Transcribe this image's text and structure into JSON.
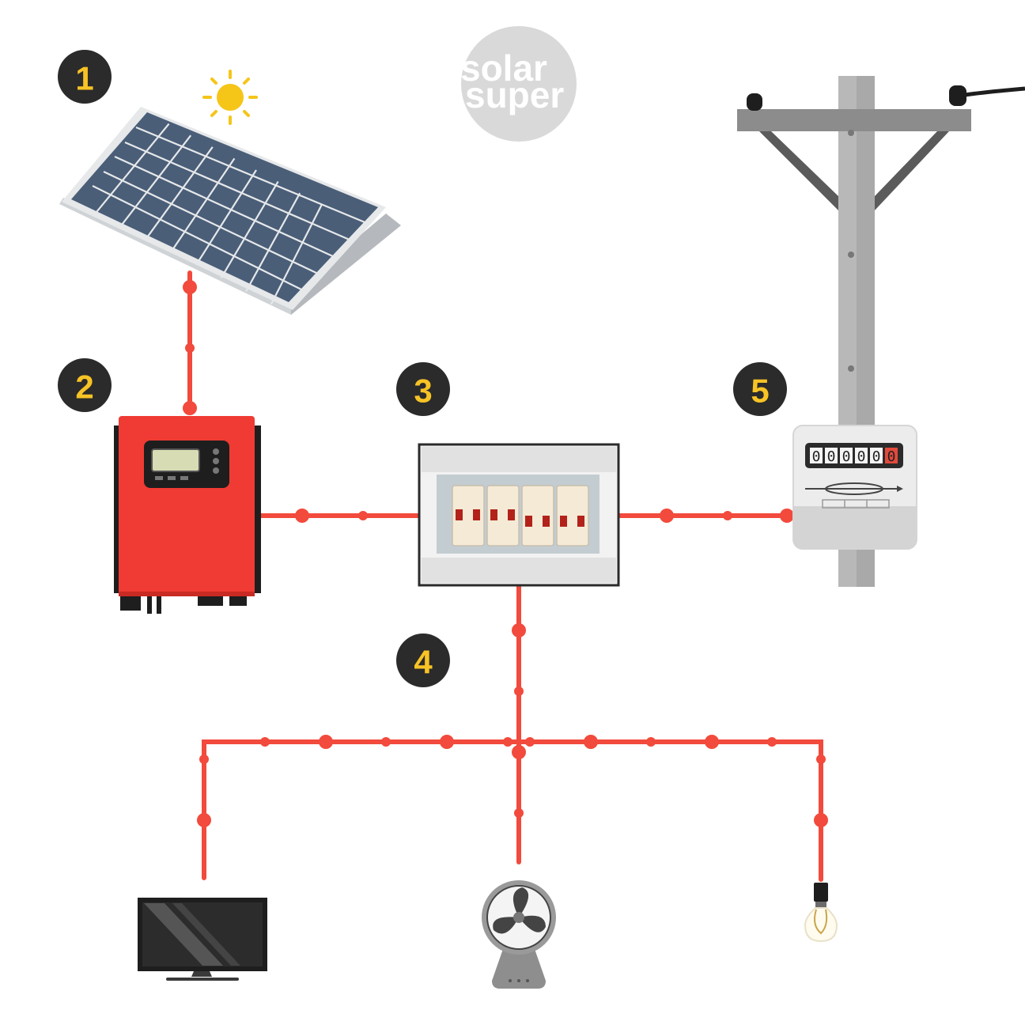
{
  "logo": {
    "line1": "solar",
    "line2": "super"
  },
  "badges": [
    {
      "id": "solar-panel",
      "number": "1"
    },
    {
      "id": "inverter",
      "number": "2"
    },
    {
      "id": "breaker-box",
      "number": "3"
    },
    {
      "id": "loads",
      "number": "4"
    },
    {
      "id": "utility-meter",
      "number": "5"
    }
  ],
  "meter": {
    "digits": [
      "0",
      "0",
      "0",
      "0",
      "0"
    ],
    "last_digit": "0"
  },
  "colors": {
    "wire": "#f24a3c",
    "badge_background": "#2b2b2b",
    "badge_number": "#f7c325",
    "inverter": "#ef3b33",
    "panel_cell": "#4a5e78",
    "sun": "#f5c518",
    "pole": "#b8b8b8",
    "logo_circle": "#d9d9d9"
  },
  "icons": [
    "sun-icon",
    "solar-panel-icon",
    "inverter-icon",
    "breaker-box-icon",
    "utility-pole-icon",
    "electric-meter-icon",
    "tv-icon",
    "fan-icon",
    "light-bulb-icon"
  ]
}
